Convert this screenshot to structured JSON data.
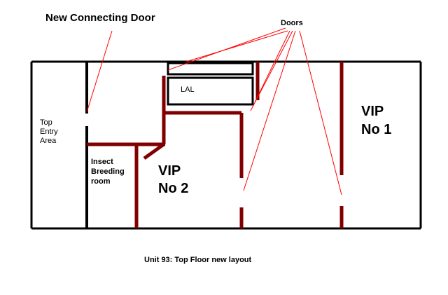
{
  "title": "New Connecting Door",
  "doors_label": "Doors",
  "rooms": {
    "top_entry": [
      "Top",
      "Entry",
      "Area"
    ],
    "insect": [
      "Insect",
      "Breeding",
      "room"
    ],
    "lal": "LAL",
    "vip1": [
      "VIP",
      "No 1"
    ],
    "vip2": [
      "VIP",
      "No 2"
    ]
  },
  "caption": "Unit 93: Top Floor new layout",
  "colors": {
    "wall": "#000000",
    "new_wall": "#800000",
    "pointer": "#ff0000",
    "background": "#ffffff"
  }
}
